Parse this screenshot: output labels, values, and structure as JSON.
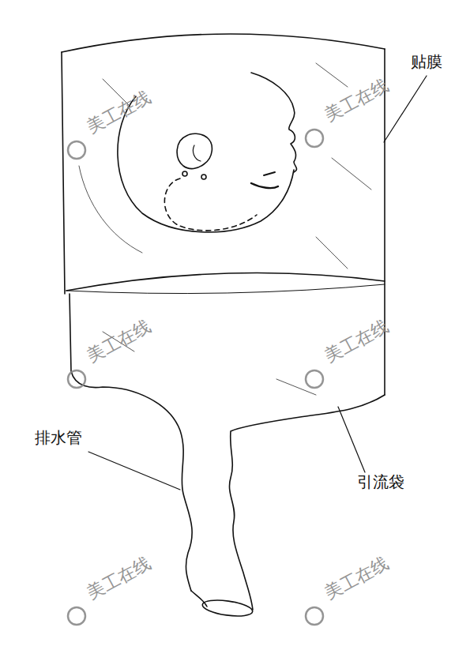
{
  "diagram": {
    "labels": [
      "贴膜",
      "排水管",
      "引流袋",
      "美工在线",
      "美工在线",
      "美工在线",
      "美工在线",
      "美工在线",
      "美工在线"
    ]
  }
}
